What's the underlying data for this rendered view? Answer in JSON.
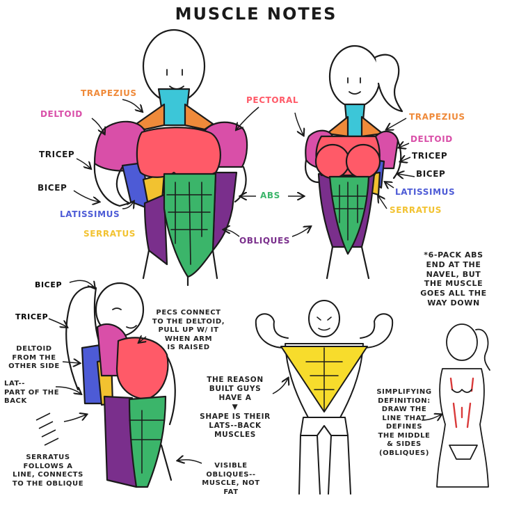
{
  "title": "MUSCLE NOTES",
  "colors": {
    "trapezius": "#ef8a3a",
    "neck": "#3cc6d8",
    "deltoid": "#d94fa8",
    "tricep": "#1a1a1a",
    "bicep": "#1a1a1a",
    "pectoral": "#ff5a68",
    "abs": "#3bb56a",
    "obliques": "#7a2f8c",
    "latissimus": "#4d5bd6",
    "serratus": "#f2c230",
    "lats_shape": "#f7dc2c",
    "hint_lines": "#d93a3a",
    "ink": "#1a1a1a"
  },
  "labels": {
    "trapezius_m": "TRAPEZIUS",
    "deltoid_m": "DELTOID",
    "tricep_m": "TRICEP",
    "bicep_m": "BICEP",
    "latissimus_m": "LATISSIMUS",
    "serratus_m": "SERRATUS",
    "pectoral": "PECTORAL",
    "abs": "ABS",
    "obliques": "OBLIQUES",
    "trapezius_f": "TRAPEZIUS",
    "deltoid_f": "DELTOID",
    "tricep_f": "TRICEP",
    "bicep_f": "BICEP",
    "latissimus_f": "LATISSIMUS",
    "serratus_f": "SERRATUS"
  },
  "notes": {
    "six_pack": "*6-PACK ABS\nEND AT THE\nNAVEL, BUT\nTHE MUSCLE\nGOES ALL THE\nWAY DOWN",
    "raised_bicep": "BICEP",
    "raised_tricep": "TRICEP",
    "deltoid_other": "DELTOID\nFROM THE\nOTHER SIDE",
    "lat_back": "LAT--\nPART OF THE\nBACK",
    "serratus_follows": "SERRATUS\nFOLLOWS A\nLINE, CONNECTS\nTO THE OBLIQUE",
    "pecs_connect": "PECS CONNECT\nTO THE DELTOID,\nPULL UP W/ IT\nWHEN ARM\nIS RAISED",
    "built_guys": "THE REASON\nBUILT GUYS\nHAVE A\n▼\nSHAPE IS THEIR\nLATS--BACK\nMUSCLES",
    "visible_obliques": "VISIBLE\nOBLIQUES--\nMUSCLE, NOT\nFAT",
    "simplifying": "SIMPLIFYING\nDEFINITION:\nDRAW THE\nLINE THAT\nDEFINES\nTHE MIDDLE\n& SIDES\n(OBLIQUES)"
  }
}
